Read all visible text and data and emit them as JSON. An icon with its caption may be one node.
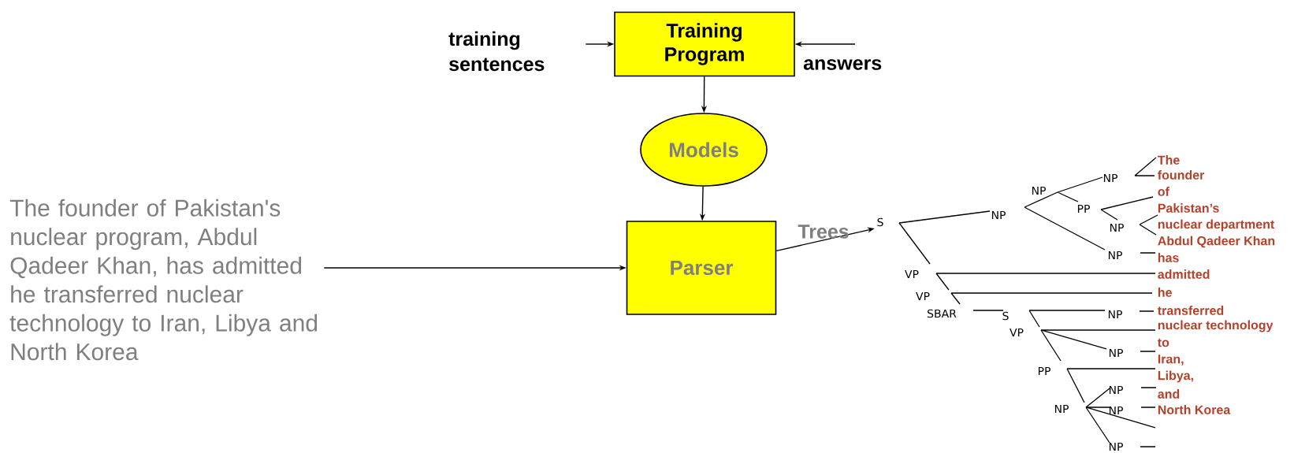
{
  "diagram": {
    "nodes": [
      {
        "text": [
          "training sentences"
        ]
      },
      {
        "text": [
          "Training Program"
        ]
      },
      {
        "text": [
          "answers"
        ]
      },
      {
        "text": [
          "Models"
        ]
      },
      {
        "text": [
          "Parser"
        ]
      },
      {
        "text": [
          "The founder of Pakistan's nuclear program, Abdul Qadeer Khan, has admitted he transferred nuclear technology to Iran, Libya and North Korea"
        ]
      },
      {
        "text": [
          "S"
        ]
      }
    ],
    "edges": [
      {
        "from": 0,
        "to": 1,
        "arrow": "to"
      },
      {
        "from": 2,
        "to": 1,
        "arrow": "to"
      },
      {
        "from": 1,
        "to": 3,
        "arrow": "to"
      },
      {
        "from": 3,
        "to": 4,
        "arrow": "to"
      },
      {
        "from": 5,
        "to": 4,
        "arrow": "to"
      },
      {
        "from": 4,
        "to": 6,
        "arrow": "to",
        "label": "Trees"
      }
    ],
    "labels": [
      "NP",
      "NP",
      "NP",
      "PP",
      "NP",
      "NP",
      "VP",
      "VP",
      "SBAR",
      "S",
      "NP",
      "VP",
      "NP",
      "PP",
      "NP",
      "NP",
      "NP",
      "NP",
      "The",
      "founder",
      "of",
      "Pakistan’s",
      "nuclear department",
      "Abdul Qadeer Khan",
      "has",
      "admitted",
      "he",
      "transferred",
      "nuclear technology",
      "to",
      "Iran,",
      "Libya,",
      "and",
      "North Korea"
    ]
  }
}
